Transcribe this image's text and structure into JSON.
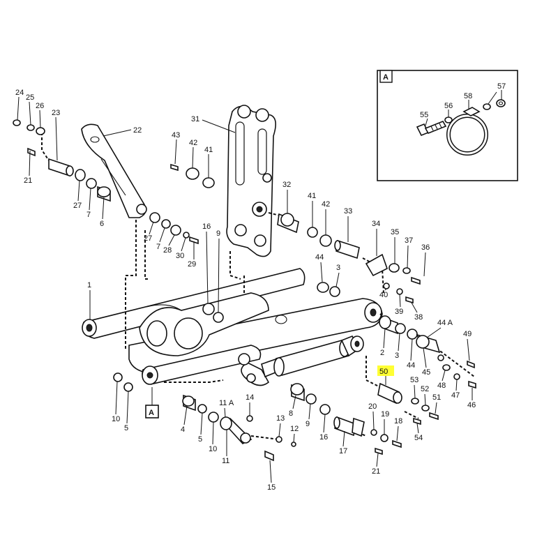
{
  "diagram": {
    "highlight_color": "#ffff33",
    "inset": {
      "label": "A",
      "parts": [
        "55",
        "56",
        "58",
        "57"
      ]
    },
    "view_marker": "A",
    "callouts": {
      "c1": "1",
      "c3a": "3",
      "c3b": "3",
      "c4": "4",
      "c5a": "5",
      "c5b": "5",
      "c6": "6",
      "c7a": "7",
      "c7b": "7",
      "c8": "8",
      "c9a": "9",
      "c9b": "9",
      "c10a": "10",
      "c10b": "10",
      "c11": "11",
      "c11a": "11 A",
      "c12": "12",
      "c13": "13",
      "c14": "14",
      "c15": "15",
      "c16a": "16",
      "c16b": "16",
      "c17": "17",
      "c18": "18",
      "c19": "19",
      "c20": "20",
      "c21a": "21",
      "c21b": "21",
      "c22": "22",
      "c23": "23",
      "c24": "24",
      "c25": "25",
      "c26": "26",
      "c27a": "27",
      "c27b": "27",
      "c28": "28",
      "c29": "29",
      "c30": "30",
      "c31": "31",
      "c32": "32",
      "c33": "33",
      "c34": "34",
      "c35": "35",
      "c36": "36",
      "c37": "37",
      "c38": "38",
      "c39": "39",
      "c40": "40",
      "c41a": "41",
      "c41b": "41",
      "c42a": "42",
      "c42b": "42",
      "c43": "43",
      "c44a": "44",
      "c44b": "44",
      "c44A": "44 A",
      "c45": "45",
      "c46": "46",
      "c47": "47",
      "c48": "48",
      "c49": "49",
      "c50": "50",
      "c51": "51",
      "c52": "52",
      "c53": "53",
      "c54": "54",
      "c2": "2"
    }
  }
}
